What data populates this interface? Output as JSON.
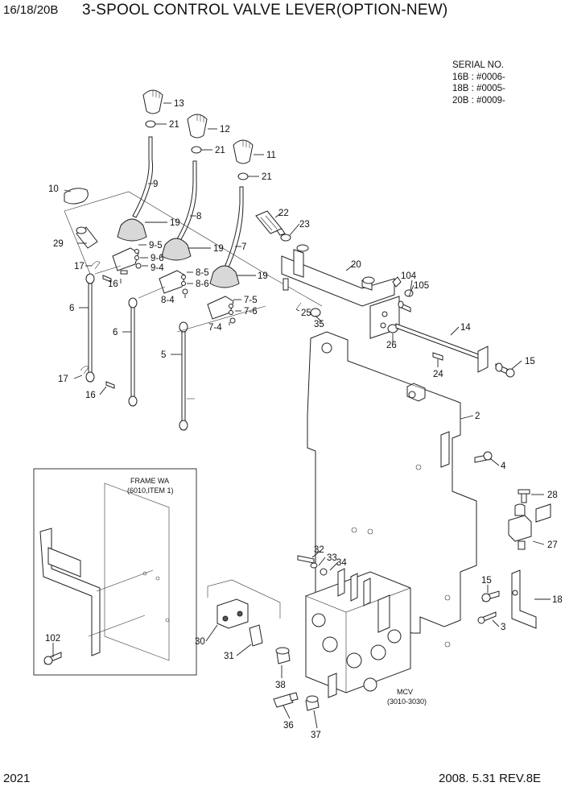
{
  "header": {
    "model": "16/18/20B",
    "title": "3-SPOOL CONTROL VALVE LEVER(OPTION-NEW)"
  },
  "serial": {
    "heading": "SERIAL NO.",
    "lines": [
      "16B : #0006-",
      "18B : #0005-",
      "20B : #0009-"
    ]
  },
  "inset": {
    "frame_label": "FRAME WA",
    "frame_ref": "(6010,ITEM 1)"
  },
  "mcv": {
    "label": "MCV",
    "ref": "(3010-3030)"
  },
  "callouts": [
    "13",
    "21",
    "12",
    "21",
    "11",
    "21",
    "10",
    "9",
    "8",
    "7",
    "19",
    "19",
    "19",
    "29",
    "17",
    "9-5",
    "9-6",
    "9-4",
    "16",
    "8-5",
    "8-6",
    "8-4",
    "7-5",
    "7-6",
    "7-4",
    "6",
    "6",
    "5",
    "17",
    "16",
    "22",
    "23",
    "20",
    "104",
    "105",
    "25",
    "35",
    "26",
    "14",
    "24",
    "15",
    "2",
    "4",
    "28",
    "27",
    "15",
    "18",
    "3",
    "32",
    "33",
    "34",
    "30",
    "31",
    "38",
    "36",
    "37",
    "102"
  ],
  "footer": {
    "page": "2021",
    "date": "2008. 5.31  REV.8E"
  }
}
